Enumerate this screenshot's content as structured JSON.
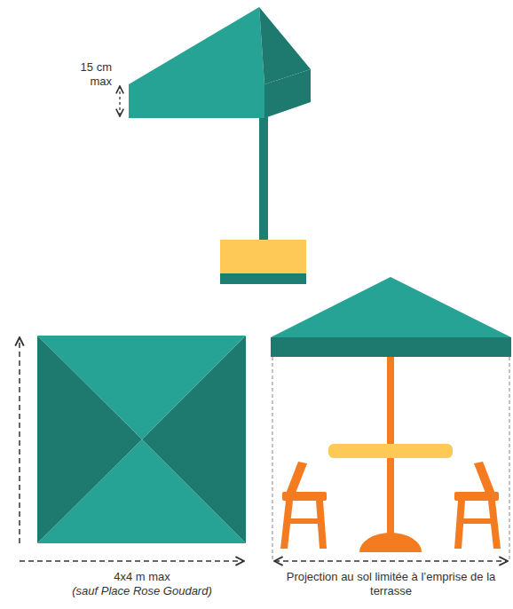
{
  "diagram": {
    "labels": [
      "15 cm max",
      "4x4 m max",
      "(sauf Place Rose Goudard)",
      "Projection au sol limitée à l’emprise de la terrasse"
    ]
  }
}
